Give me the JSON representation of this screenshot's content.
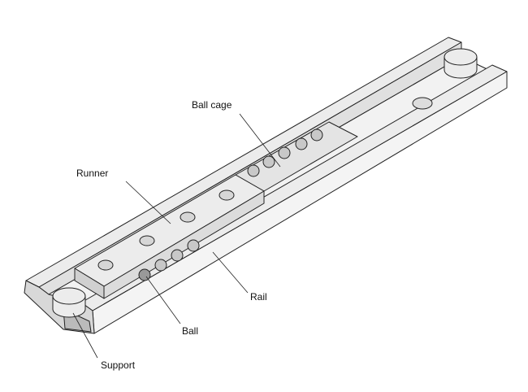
{
  "labels": {
    "ball_cage": "Ball cage",
    "runner": "Runner",
    "rail": "Rail",
    "ball": "Ball",
    "support": "Support"
  },
  "colors": {
    "body": "#ececec",
    "shade": "#d4d4d4",
    "ball": "#c8c8c8",
    "line": "#222222"
  }
}
